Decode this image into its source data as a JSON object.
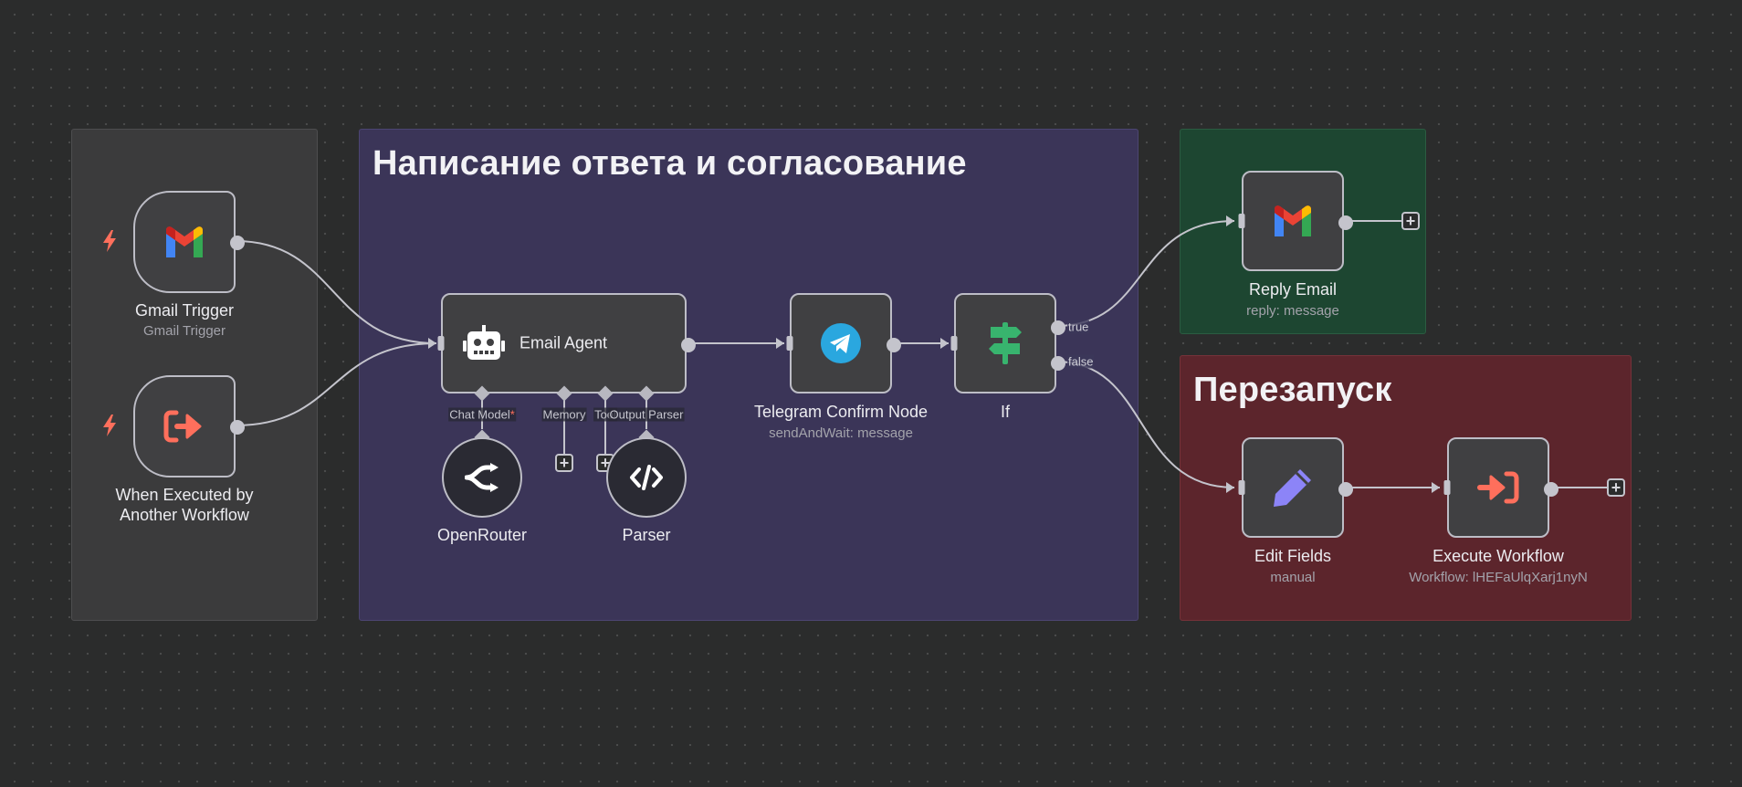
{
  "canvas": {
    "sticky_notes": {
      "reply_section": {
        "title": "Написание ответа и согласование"
      },
      "restart_section": {
        "title": "Перезапуск"
      }
    },
    "nodes": {
      "gmail_trigger": {
        "name": "Gmail Trigger",
        "subtitle": "Gmail Trigger",
        "icon": "gmail-icon"
      },
      "exec_trigger": {
        "name_line1": "When Executed by",
        "name_line2": "Another Workflow",
        "icon": "sign-in-icon"
      },
      "email_agent": {
        "name": "Email Agent",
        "icon": "robot-icon",
        "ports": {
          "chat_model": "Chat Model",
          "memory": "Memory",
          "tool": "Tool",
          "output_parser": "Output Parser",
          "required_mark": "*"
        }
      },
      "openrouter": {
        "name": "OpenRouter",
        "icon": "openrouter-icon"
      },
      "parser": {
        "name": "Parser",
        "icon": "code-icon"
      },
      "telegram": {
        "name": "Telegram Confirm Node",
        "subtitle": "sendAndWait: message",
        "icon": "telegram-icon"
      },
      "if_node": {
        "name": "If",
        "icon": "signpost-icon",
        "true_label": "true",
        "false_label": "false"
      },
      "reply_email": {
        "name": "Reply Email",
        "subtitle": "reply: message",
        "icon": "gmail-icon"
      },
      "edit_fields": {
        "name": "Edit Fields",
        "subtitle": "manual",
        "icon": "pencil-icon"
      },
      "execute_workflow": {
        "name": "Execute Workflow",
        "subtitle": "Workflow: lHEFaUlqXarj1nyN",
        "icon": "sign-in-icon"
      }
    },
    "colors": {
      "background": "#2b2c2c",
      "node_fill": "#404042",
      "node_border": "#bdbdc6",
      "trigger_bolt": "#ff6f5c",
      "telegram": "#2aa7df",
      "if_green": "#38b46e",
      "edit_purple": "#8c84f7"
    }
  }
}
